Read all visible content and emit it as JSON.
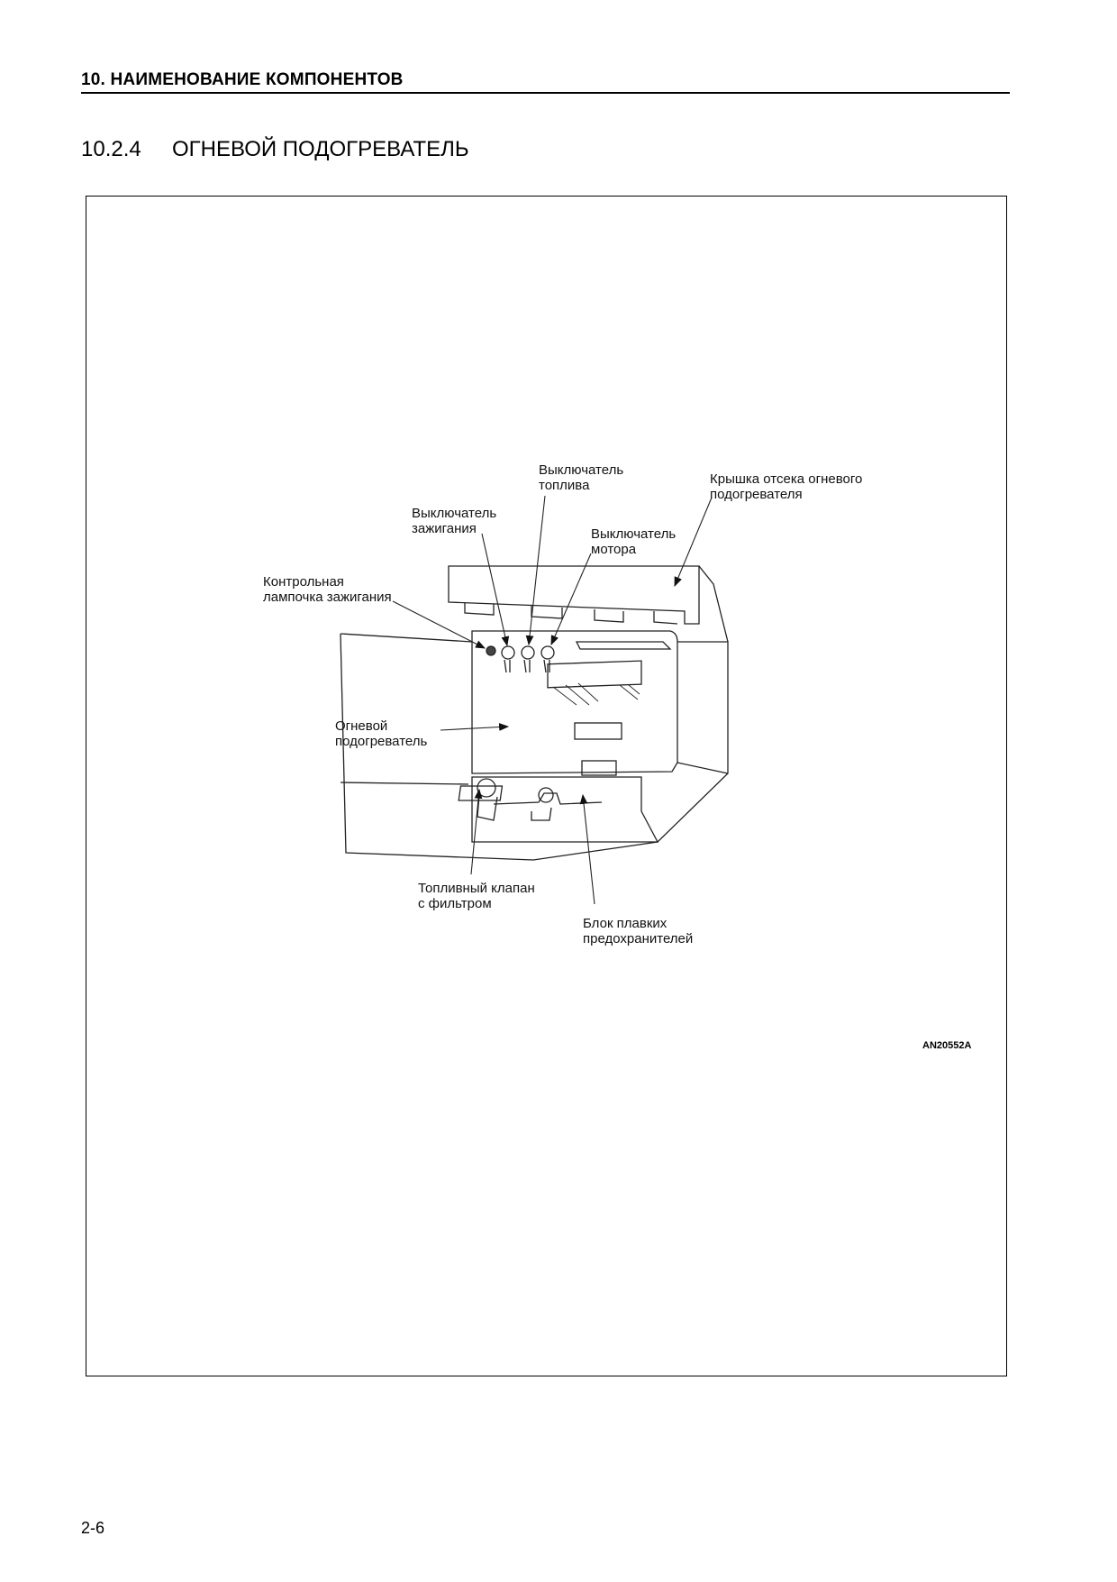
{
  "header": {
    "chapter": "10.  НАИМЕНОВАНИЕ КОМПОНЕНТОВ"
  },
  "section": {
    "number": "10.2.4",
    "title": "ОГНЕВОЙ ПОДОГРЕВАТЕЛЬ"
  },
  "figure": {
    "code": "AN20552A",
    "callouts": {
      "fuel_switch": [
        "Выключатель",
        "топлива"
      ],
      "compartment_cover": [
        "Крышка отсека огневого",
        "подогревателя"
      ],
      "ignition_switch": [
        "Выключатель",
        "зажигания"
      ],
      "motor_switch": [
        "Выключатель",
        "мотора"
      ],
      "ignition_lamp": [
        "Контрольная",
        "лампочка зажигания"
      ],
      "heater": [
        "Огневой",
        "подогреватель"
      ],
      "fuel_valve": [
        "Топливный клапан",
        "с фильтром"
      ],
      "fuse_block": [
        "Блок плавких",
        "предохранителей"
      ]
    }
  },
  "footer": {
    "page": "2-6"
  }
}
